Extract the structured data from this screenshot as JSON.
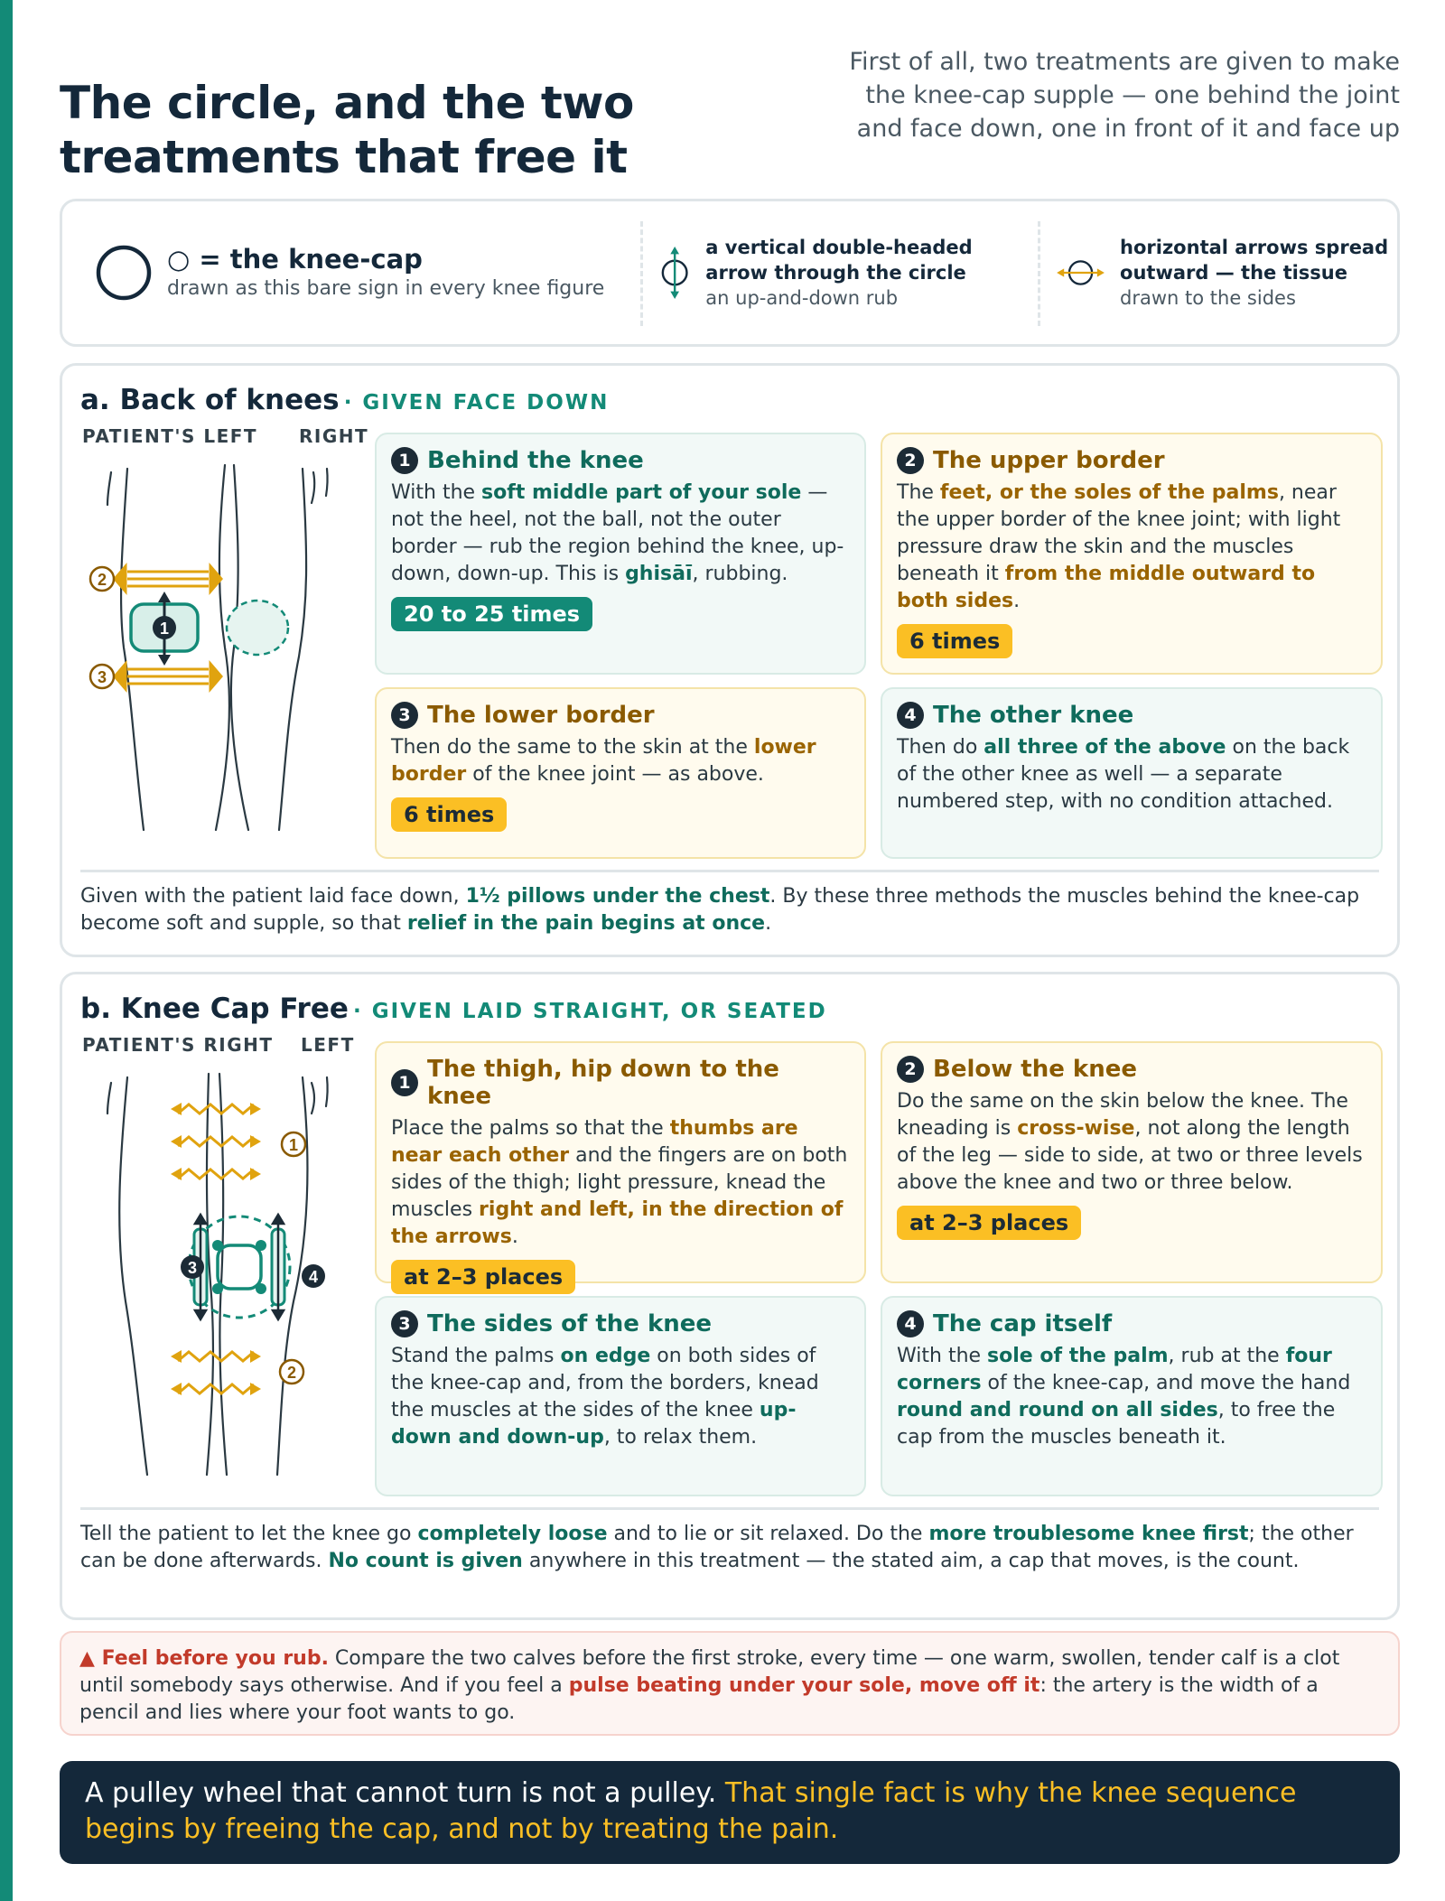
{
  "header": {
    "title": "The circle, and the two treatments that free it",
    "intro": "First of all, two treatments are given to make the knee-cap supple — one behind the joint and face down, one in front of it and face up"
  },
  "legend": {
    "kneecap_main": "○ = the knee-cap",
    "kneecap_sub": "drawn as this bare sign in every knee figure",
    "vertical_bold": "a vertical double-headed arrow through the circle",
    "vertical_sub": "an up-and-down rub",
    "horizontal_bold": "horizontal arrows spread outward — the tissue",
    "horizontal_sub": "drawn to the sides"
  },
  "section_a": {
    "title": "a. Back of knees",
    "subtitle": "· GIVEN FACE DOWN",
    "fig_left": "PATIENT'S LEFT",
    "fig_right": "RIGHT",
    "fig_marks": [
      "2",
      "1",
      "3"
    ],
    "cards": [
      {
        "num": "1",
        "title": "Behind the knee",
        "t1": "With the ",
        "h1": "soft middle part of your sole",
        "t2": " — not the heel, not the ball, not the outer border — rub the region behind the knee, up-down, down-up. This is ",
        "h2": "ghisāī",
        "t3": ", rubbing.",
        "badge": "20 to 25 times"
      },
      {
        "num": "2",
        "title": "The upper border",
        "t1": "The ",
        "h1": "feet, or the soles of the palms",
        "t2": ", near the upper border of the knee joint; with light pressure draw the skin and the muscles beneath it ",
        "h2": "from the middle outward to both sides",
        "t3": ".",
        "badge": "6 times"
      },
      {
        "num": "3",
        "title": "The lower border",
        "t1": "Then do the same to the skin at the ",
        "h1": "lower border",
        "t2": " of the knee joint — as above.",
        "badge": "6 times"
      },
      {
        "num": "4",
        "title": "The other knee",
        "t1": "Then do ",
        "h1": "all three of the above",
        "t2": " on the back of the other knee as well — a separate numbered step, with no condition attached."
      }
    ],
    "foot": {
      "t1": "Given with the patient laid face down, ",
      "h1": "1½ pillows under the chest",
      "t2": ". By these three methods the muscles behind the knee-cap become soft and supple, so that ",
      "h2": "relief in the pain begins at once",
      "t3": "."
    }
  },
  "section_b": {
    "title": "b. Knee Cap Free",
    "subtitle": "· GIVEN LAID STRAIGHT, OR SEATED",
    "fig_left": "PATIENT'S RIGHT",
    "fig_right": "LEFT",
    "fig_marks": [
      "1",
      "3",
      "4",
      "2"
    ],
    "cards": [
      {
        "num": "1",
        "title": "The thigh, hip down to the knee",
        "t1": "Place the palms so that the ",
        "h1": "thumbs are near each other",
        "t2": " and the fingers are on both sides of the thigh; light pressure, knead the muscles ",
        "h2": "right and left, in the direction of the arrows",
        "t3": ".",
        "badge": "at 2–3 places"
      },
      {
        "num": "2",
        "title": "Below the knee",
        "t1": "Do the same on the skin below the knee. The kneading is ",
        "h1": "cross-wise",
        "t2": ", not along the length of the leg — side to side, at two or three levels above the knee and two or three below.",
        "badge": "at 2–3 places"
      },
      {
        "num": "3",
        "title": "The sides of the knee",
        "t1": "Stand the palms ",
        "h1": "on edge",
        "t2": " on both sides of the knee-cap and, from the borders, knead the muscles at the sides of the knee ",
        "h2": "up-down and down-up",
        "t3": ", to relax them."
      },
      {
        "num": "4",
        "title": "The cap itself",
        "t1": "With the ",
        "h1": "sole of the palm",
        "t2": ", rub at the ",
        "h2": "four corners",
        "t3": " of the knee-cap, and move the hand ",
        "h3": "round and round on all sides",
        "t4": ", to free the cap from the muscles beneath it."
      }
    ],
    "foot": {
      "t1": "Tell the patient to let the knee go ",
      "h1": "completely loose",
      "t2": " and to lie or sit relaxed. Do the ",
      "h2": "more troublesome knee first",
      "t3": "; the other can be done afterwards. ",
      "h3": "No count is given",
      "t4": " anywhere in this treatment — the stated aim, a cap that moves, is the count."
    }
  },
  "warning": {
    "h1": "▲ Feel before you rub.",
    "t1": " Compare the two calves before the first stroke, every time — one warm, swollen, tender calf is a clot until somebody says otherwise. And if you feel a ",
    "h2": "pulse beating under your sole, move off it",
    "t2": ": the artery is the width of a pencil and lies where your foot wants to go."
  },
  "closing": {
    "white": "A pulley wheel that cannot turn is not a pulley.",
    "yellow": " That single fact is why the knee sequence begins by freeing the cap, and not by treating the pain."
  },
  "colors": {
    "teal": "#138a77",
    "dark_teal": "#0f6b5c",
    "navy": "#14283a",
    "amber": "#fbbf24",
    "amber_dark": "#c8860f",
    "red": "#c23a2a"
  }
}
